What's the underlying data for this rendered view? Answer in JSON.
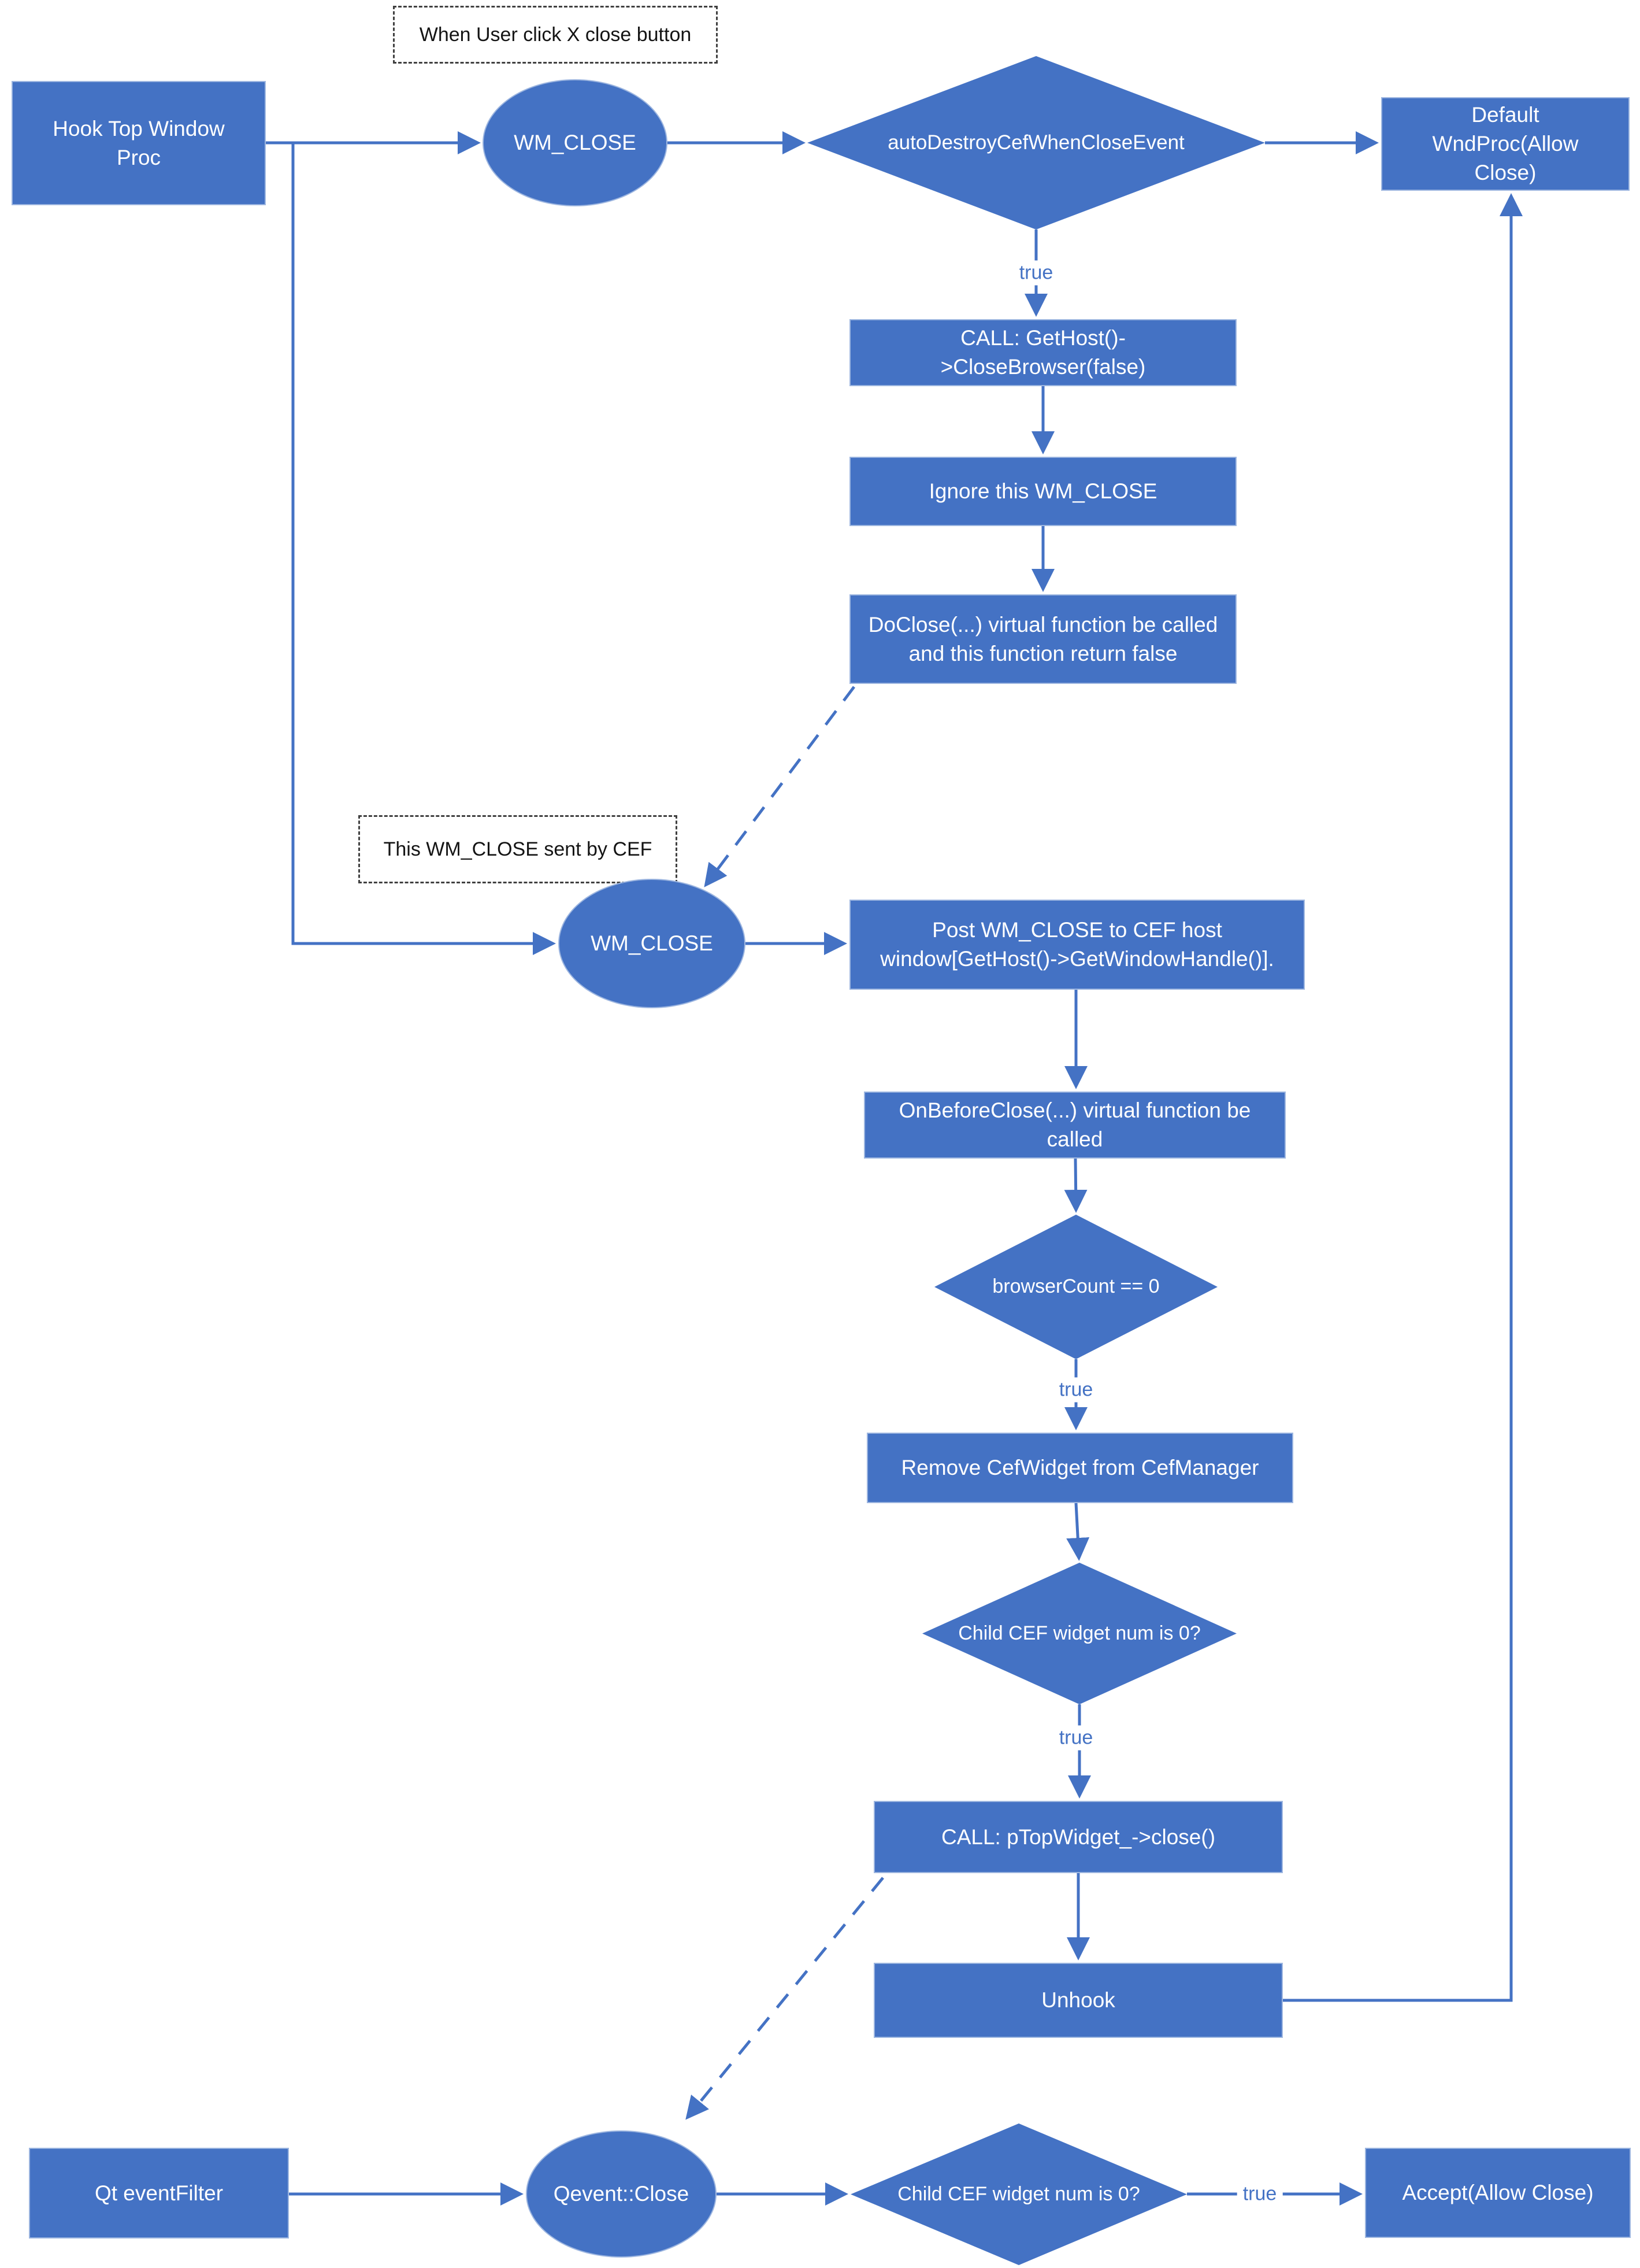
{
  "title": "CEF window close flowchart",
  "colors": {
    "shape_fill": "#4472c4",
    "shape_border": "#9db6e0",
    "connector": "#4472c4",
    "edge_label_text": "#4472c4",
    "note_border": "#404040",
    "note_text": "#141414",
    "background": "#ffffff",
    "node_text": "#ffffff"
  },
  "annotations": {
    "user_click": "When User click X close button",
    "cef_sent": "This WM_CLOSE sent by CEF"
  },
  "nodes": {
    "hook": "Hook Top Window Proc",
    "wm_close_1": "WM_CLOSE",
    "auto_destroy": "autoDestroyCefWhenCloseEvent",
    "default_wndproc": "Default WndProc(Allow Close)",
    "call_close_browser": "CALL: GetHost()->CloseBrowser(false)",
    "ignore_wm_close": "Ignore this WM_CLOSE",
    "do_close": "DoClose(...) virtual function be called and this function return false",
    "wm_close_2": "WM_CLOSE",
    "post_wm_close": "Post WM_CLOSE to CEF host window[GetHost()->GetWindowHandle()].",
    "on_before_close": "OnBeforeClose(...) virtual function be called",
    "browser_count": "browserCount == 0",
    "remove_cef_widget": "Remove CefWidget from CefManager",
    "child_widget_num": "Child CEF widget num is 0?",
    "call_top_widget_close": "CALL: pTopWidget_->close()",
    "unhook": "Unhook",
    "qt_event_filter": "Qt eventFilter",
    "qevent_close": "Qevent::Close",
    "child_widget_num_2": "Child CEF widget num is 0?",
    "accept": "Accept(Allow Close)"
  },
  "labels": {
    "true": "true"
  }
}
